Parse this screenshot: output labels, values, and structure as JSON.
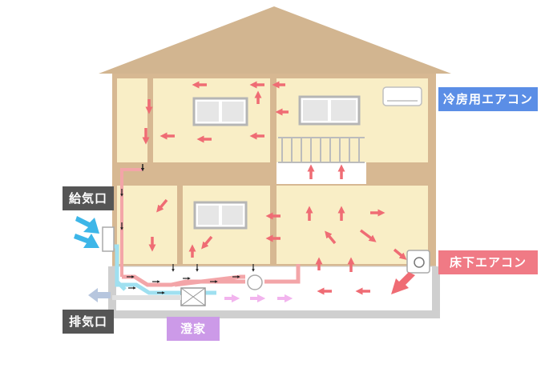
{
  "labels": {
    "cooling_ac": "冷房用エアコン",
    "underfloor_ac": "床下エアコン",
    "supply_vent": "給気口",
    "exhaust_vent": "排気口",
    "product": "澄家"
  },
  "colors": {
    "roof": "#d2b590",
    "wall": "#d7b892",
    "room": "#f9eec6",
    "warm_arrow": "#ef6c74",
    "cool_arrow": "#3db6e8",
    "pink_arrow": "#f2b4ee",
    "exhaust_arrow": "#b7c6de",
    "duct": "#ef6c74",
    "duct_blue": "#9fe0f0",
    "tag_cooling": "#5b8ee6",
    "tag_floor": "#f07a85",
    "tag_dark": "#555555",
    "tag_product": "#cc9ae8"
  },
  "icons": [
    "air-conditioner-icon",
    "underfloor-ac-unit-icon",
    "ventilation-unit-icon",
    "supply-filter-icon",
    "fan-icon"
  ]
}
